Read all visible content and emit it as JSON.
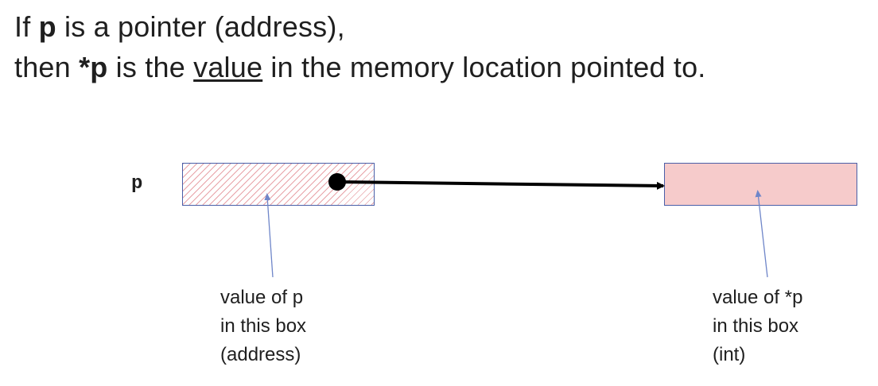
{
  "heading": {
    "line1": {
      "before": "If ",
      "bold": "p",
      "after": " is a pointer (address),"
    },
    "line2": {
      "before": "then ",
      "bold": "*p",
      "middle": " is the ",
      "underlined": "value",
      "after": " in the memory location pointed to."
    }
  },
  "diagram": {
    "pointer_label": "p",
    "left_caption": [
      "value of p",
      "in this box",
      "(address)"
    ],
    "right_caption": [
      "value of *p",
      "in this box",
      "(int)"
    ]
  },
  "colors": {
    "box_border": "#4a5fa8",
    "hatch": "#e8a3a8",
    "target_fill": "#f6cbcb",
    "arrow": "#000000",
    "callout_line": "#6f86c9"
  }
}
